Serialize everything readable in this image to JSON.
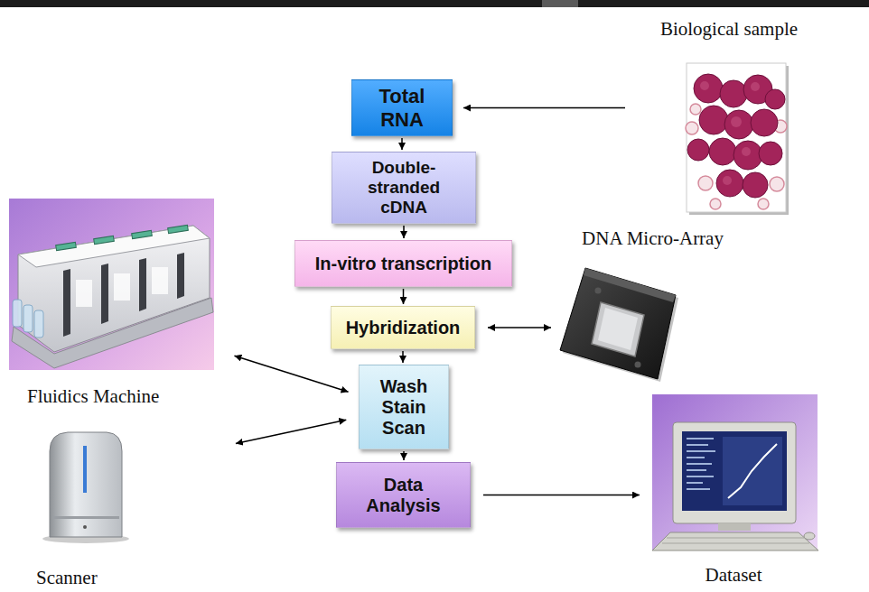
{
  "diagram": {
    "nodes": [
      {
        "text": [
          "Biological sample"
        ]
      },
      {
        "text": [
          "Total RNA"
        ]
      },
      {
        "text": [
          "Double-stranded cDNA"
        ]
      },
      {
        "text": [
          "In-vitro transcription"
        ]
      },
      {
        "text": [
          "DNA Micro-Array"
        ]
      },
      {
        "text": [
          "Hybridization"
        ]
      },
      {
        "text": [
          "Fluidics Machine"
        ]
      },
      {
        "text": [
          "Wash Stain Scan"
        ]
      },
      {
        "text": [
          "Scanner"
        ]
      },
      {
        "text": [
          "Data Analysis"
        ]
      },
      {
        "text": [
          "Dataset"
        ]
      }
    ],
    "edges": [
      {
        "from": 0,
        "to": 1,
        "arrow": "to"
      },
      {
        "from": 1,
        "to": 2,
        "arrow": "to"
      },
      {
        "from": 2,
        "to": 3,
        "arrow": "to"
      },
      {
        "from": 3,
        "to": 5,
        "arrow": "to"
      },
      {
        "from": 5,
        "to": 4,
        "arrow": "both"
      },
      {
        "from": 5,
        "to": 7,
        "arrow": "to"
      },
      {
        "from": 6,
        "to": 7,
        "arrow": "both"
      },
      {
        "from": 8,
        "to": 7,
        "arrow": "both"
      },
      {
        "from": 7,
        "to": 9,
        "arrow": "to"
      },
      {
        "from": 9,
        "to": 10,
        "arrow": "to"
      }
    ]
  }
}
